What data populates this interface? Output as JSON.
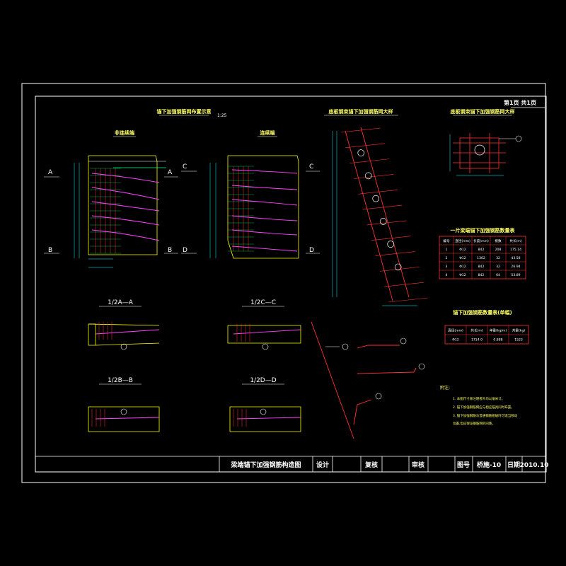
{
  "sheet": {
    "page_label": "第1页 共1页"
  },
  "views": {
    "layout_title": "锚下加强钢筋网布置示意",
    "layout_scale": "1:25",
    "left_view_label": "非连续端",
    "right_view_label": "连续端",
    "mesh_title": "底板钢束锚下加强钢筋网大样",
    "bottom_mesh_title": "底板钢束锚下加强钢筋网大样"
  },
  "sections": {
    "a": "1/2A—A",
    "c": "1/2C—C",
    "b": "1/2B—B",
    "d": "1/2D—D",
    "mark_a": "A",
    "mark_b": "B",
    "mark_c": "C",
    "mark_d": "D"
  },
  "table1": {
    "title": "一片梁端锚下加强钢筋数量表",
    "headers": [
      "编号",
      "直径(mm)",
      "长度(mm)",
      "根数",
      "共长(m)"
    ],
    "rows": [
      [
        "1",
        "Φ12",
        "842",
        "208",
        "175.14"
      ],
      [
        "2",
        "Φ12",
        "1362",
        "32",
        "43.58"
      ],
      [
        "3",
        "Φ12",
        "842",
        "32",
        "26.94"
      ],
      [
        "4",
        "Φ12",
        "842",
        "64",
        "53.89"
      ]
    ]
  },
  "table2": {
    "title": "锚下加强钢筋数量表(单幅)",
    "headers": [
      "直径(mm)",
      "共长(m)",
      "单重(kg/m)",
      "共重(kg)"
    ],
    "row": [
      "Φ12",
      "1714.0",
      "0.888",
      "1523"
    ]
  },
  "notes": {
    "heading": "附注:",
    "items": [
      "1. 本图尺寸除注明者外均以毫米计。",
      "2. 锚下加强钢筋网应与相应锚具同时布置。",
      "3. 锚下加强钢筋与普通钢筋相碰时可适当移动",
      "   位置,但应保证钢筋网的间距。"
    ]
  },
  "title_block": {
    "drawing_title": "梁端锚下加强钢筋构造图",
    "design": "设计",
    "review": "复核",
    "approve": "审核",
    "drawing_no_label": "图号",
    "drawing_no": "桥施-10",
    "date_label": "日期",
    "date": "2010.10"
  },
  "colors": {
    "frame": "#ffffff",
    "concrete": "#ffff00",
    "rebar": "#ff3333",
    "tendon": "#ff44ff",
    "dimension": "#00ffff",
    "mesh": "#00ff66",
    "title_text": "#ffff66"
  }
}
